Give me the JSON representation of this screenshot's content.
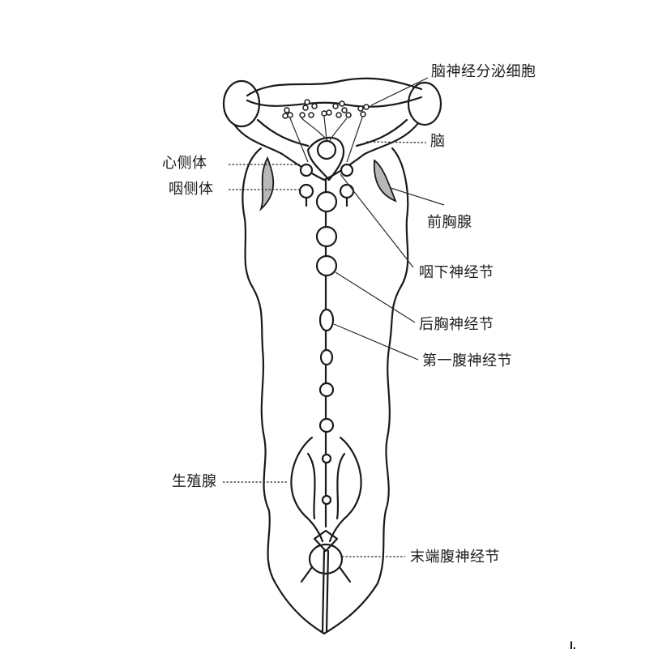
{
  "figure": {
    "subject": "insect larva nervous and endocrine system (dorsal view)",
    "labels": {
      "neurosecretory_cells": "脑神经分泌细胞",
      "brain": "脑",
      "corpora_cardiaca": "心侧体",
      "corpora_allata": "咽侧体",
      "prothoracic_gland": "前胸腺",
      "subesophageal_ganglion": "咽下神经节",
      "metathoracic_ganglion": "后胸神经节",
      "first_abdominal_ganglion": "第一腹神经节",
      "gonad": "生殖腺",
      "terminal_abdominal_ganglion": "末端腹神经节"
    },
    "corner_mark": "I."
  },
  "colors": {
    "line": "#1a1a1a",
    "gland_fill": "#b8b8b8",
    "background": "#ffffff"
  }
}
